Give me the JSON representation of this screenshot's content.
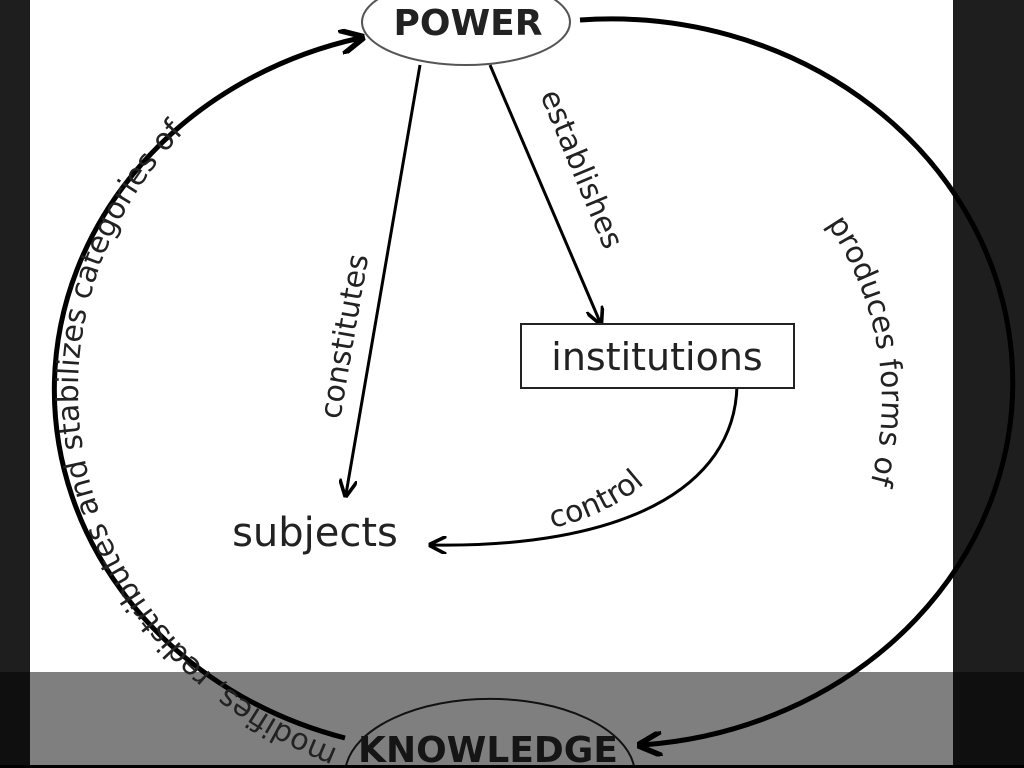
{
  "nodes": {
    "power": "POWER",
    "knowledge": "KNOWLEDGE",
    "institutions": "institutions",
    "subjects": "subjects"
  },
  "edges": {
    "knowledge_to_power": "modifies, redistributes and stabilizes categories of",
    "power_to_knowledge": "produces forms of",
    "power_to_subjects": "constitutes",
    "power_to_institutions": "establishes",
    "institutions_to_subjects": "control"
  }
}
